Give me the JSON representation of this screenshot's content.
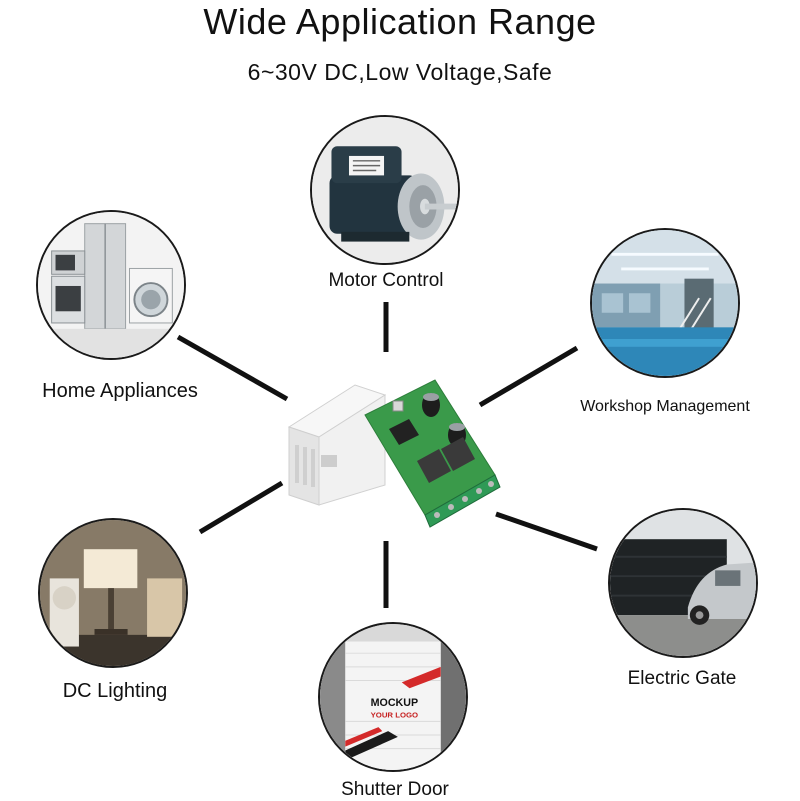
{
  "header": {
    "title": "Wide Application Range",
    "subtitle": "6~30V DC,Low Voltage,Safe"
  },
  "applications": {
    "motor": {
      "label": "Motor Control",
      "icon": "motor-icon"
    },
    "home": {
      "label": "Home Appliances",
      "icon": "appliances-icon"
    },
    "workshop": {
      "label": "Workshop Management",
      "icon": "workshop-icon"
    },
    "lighting": {
      "label": "DC Lighting",
      "icon": "lamp-icon"
    },
    "gate": {
      "label": "Electric Gate",
      "icon": "garage-gate-icon"
    },
    "shutter": {
      "label": "Shutter Door",
      "icon": "shutter-door-icon",
      "mock_title": "MOCKUP",
      "mock_sub": "YOUR LOGO"
    }
  },
  "device": {
    "icon": "relay-module-icon"
  },
  "colors": {
    "line": "#111111",
    "pcb": "#3a9a4a",
    "enclosure": "#f0f0f0",
    "terminal": "#2f9a56",
    "relay": "#3a3a3a"
  }
}
